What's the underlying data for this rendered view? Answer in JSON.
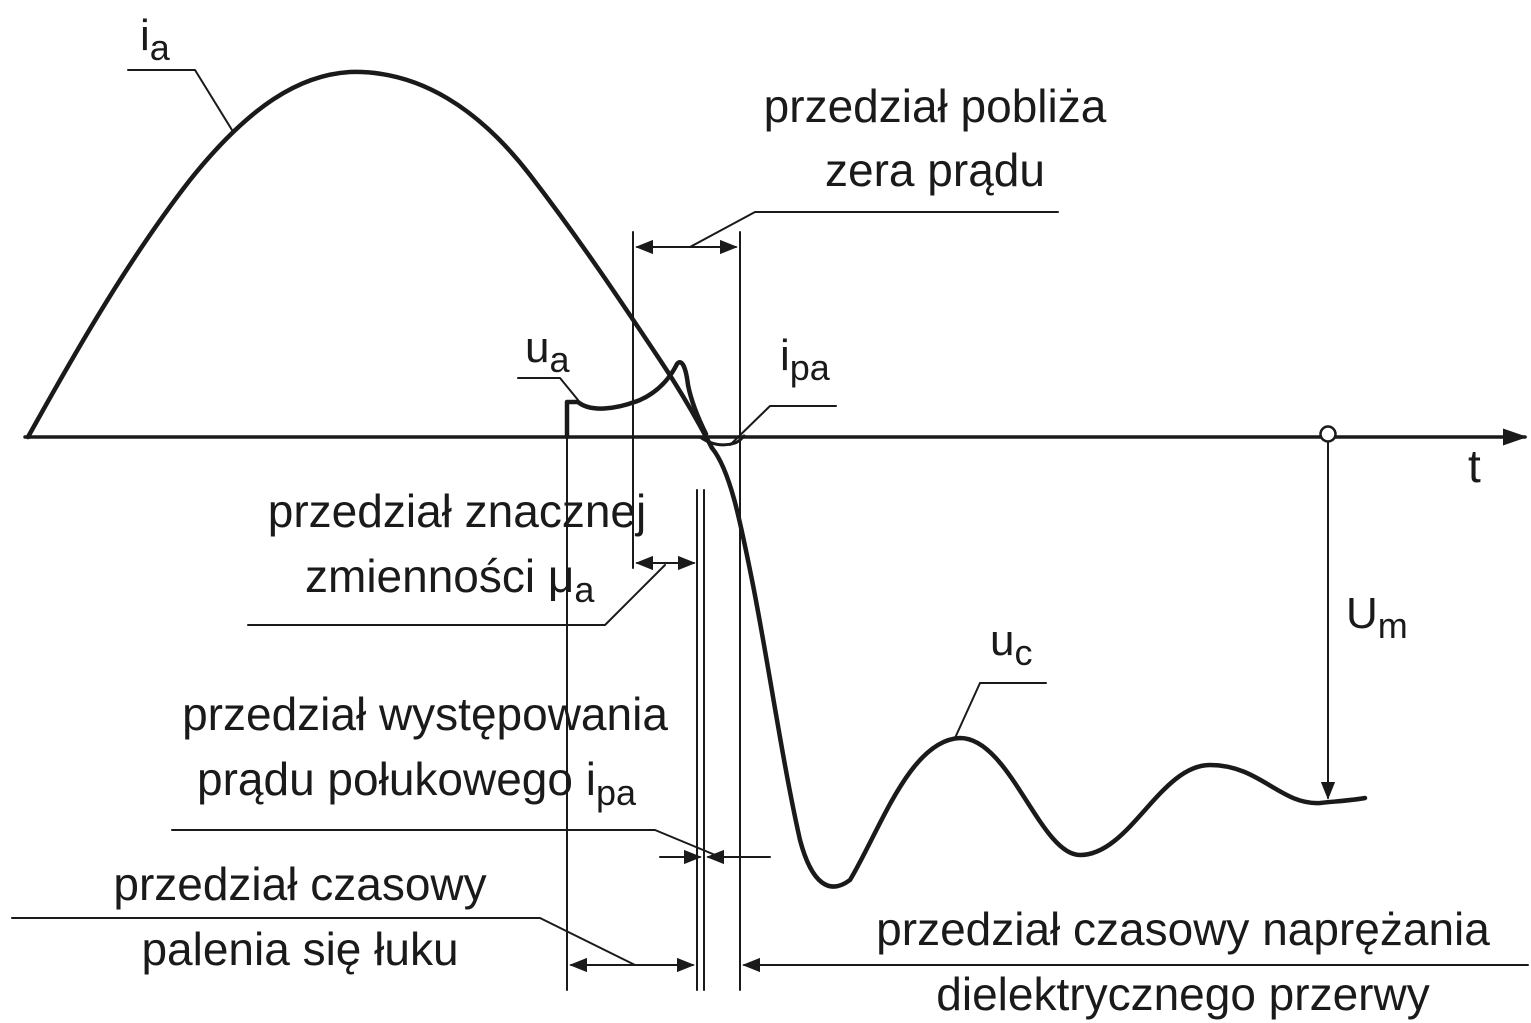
{
  "axis": {
    "time_label": "t"
  },
  "symbols": {
    "arc_current": {
      "main": "i",
      "sub": "a"
    },
    "arc_voltage": {
      "main": "u",
      "sub": "a"
    },
    "post_arc_current": {
      "main": "i",
      "sub": "pa"
    },
    "recovery_voltage": {
      "main": "u",
      "sub": "c"
    },
    "max_voltage": {
      "main": "U",
      "sub": "m"
    }
  },
  "intervals": {
    "near_current_zero": {
      "line1": "przedział pobliża",
      "line2": "zera prądu"
    },
    "significant_variability": {
      "line1": "przedział znacznej",
      "line2_main": "zmienności μ",
      "line2_sub": "a"
    },
    "post_arc_current": {
      "line1": "przedział występowania",
      "line2_main": "prądu połukowego i",
      "line2_sub": "pa"
    },
    "arc_burning": {
      "line1": "przedział czasowy",
      "line2": "palenia się łuku"
    },
    "dielectric_stress": {
      "line1": "przedział czasowy naprężania",
      "line2": "dielektrycznego przerwy"
    }
  }
}
